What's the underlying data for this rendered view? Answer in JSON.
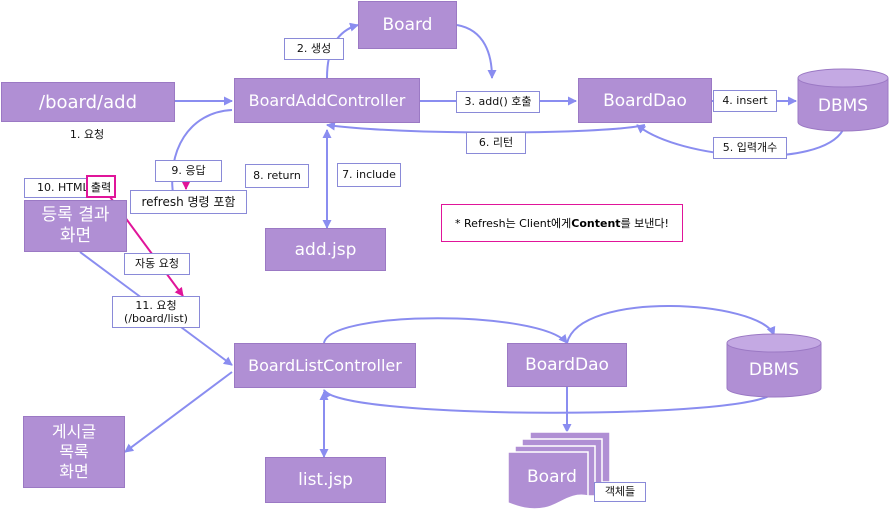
{
  "nodes": {
    "board_top": "Board",
    "board_add": "/board/add",
    "board_add_controller": "BoardAddController",
    "board_dao_top": "BoardDao",
    "dbms_top": "DBMS",
    "add_jsp": "add.jsp",
    "result_screen": "등록 결과\n화면",
    "board_list_controller": "BoardListController",
    "board_dao_bottom": "BoardDao",
    "dbms_bottom": "DBMS",
    "list_screen": "게시글\n목록\n화면",
    "list_jsp": "list.jsp",
    "board_objects": "Board"
  },
  "labels": {
    "step1": "1. 요청",
    "step2": "2. 생성",
    "step3": "3. add() 호출",
    "step4": "4. insert",
    "step5": "5. 입력개수",
    "step6": "6. 리턴",
    "step7": "7. include",
    "step8": "8. return",
    "step9": "9. 응답",
    "step10_prefix": "10. HTML",
    "step10_highlight": "출력",
    "refresh": "refresh 명령 포함",
    "auto_request": "자동 요청",
    "step11": "11. 요청\n(/board/list)",
    "objects": "객체들",
    "note_prefix": "* Refresh는 Client에게 ",
    "note_bold": "Content",
    "note_suffix": "를 보낸다!"
  },
  "colors": {
    "box_fill": "#b08fd4",
    "arrow": "#8a8df0",
    "highlight": "#e0159a"
  }
}
